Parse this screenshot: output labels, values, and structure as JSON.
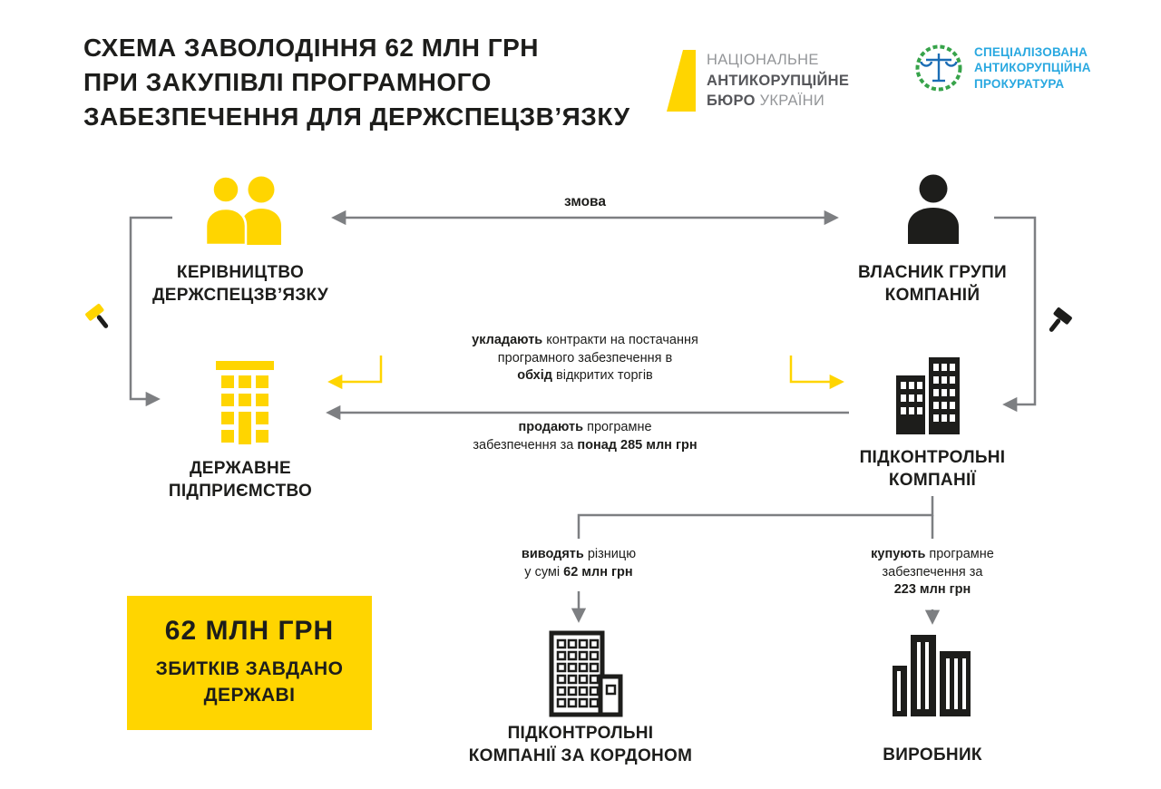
{
  "colors": {
    "yellow": "#ffd500",
    "black": "#1d1d1b",
    "gray": "#7d7f82",
    "sap_blue": "#29a8e0",
    "sap_green": "#37a34a"
  },
  "title": {
    "lines": [
      "СХЕМА ЗАВОЛОДІННЯ 62 МЛН ГРН",
      "ПРИ ЗАКУПІВЛІ ПРОГРАМНОГО",
      "ЗАБЕЗПЕЧЕННЯ ДЛЯ ДЕРЖСПЕЦЗВ’ЯЗКУ"
    ]
  },
  "logos": {
    "nabu": {
      "line1": "НАЦІОНАЛЬНЕ",
      "line2": "АНТИКОРУПЦІЙНЕ",
      "line3_bold": "БЮРО",
      "line3_light": "УКРАЇНИ"
    },
    "sap": {
      "line1": "СПЕЦІАЛІЗОВАНА",
      "line2": "АНТИКОРУПЦІЙНА",
      "line3": "ПРОКУРАТУРА"
    }
  },
  "nodes": {
    "leadership": {
      "line1": "КЕРІВНИЦТВО",
      "line2": "ДЕРЖСПЕЦЗВ’ЯЗКУ"
    },
    "owner": {
      "line1": "ВЛАСНИК ГРУПИ",
      "line2": "КОМПАНІЙ"
    },
    "state_enterprise": {
      "line1": "ДЕРЖАВНЕ",
      "line2": "ПІДПРИЄМСТВО"
    },
    "controlled_companies": {
      "line1": "ПІДКОНТРОЛЬНІ",
      "line2": "КОМПАНІЇ"
    },
    "foreign_companies": {
      "line1": "ПІДКОНТРОЛЬНІ",
      "line2": "КОМПАНІЇ ЗА КОРДОНОМ"
    },
    "producer": {
      "line1": "ВИРОБНИК"
    }
  },
  "edges": {
    "conspiracy": {
      "label": "змова"
    },
    "contract": {
      "l1_bold": "укладають",
      "l1": " контракти на постачання",
      "l2": "програмного забезпечення в",
      "l3_bold": "обхід",
      "l3": " відкритих торгів"
    },
    "sell": {
      "l1_bold": "продають",
      "l1": " програмне",
      "l2": "забезпечення за ",
      "l2_bold": "понад 285 млн грн"
    },
    "withdraw": {
      "l1_bold": "виводять",
      "l1": " різницю",
      "l2": "у сумі ",
      "l2_bold": "62 млн грн"
    },
    "buy": {
      "l1_bold": "купують",
      "l1": " програмне",
      "l2": "забезпечення за",
      "l3_bold": "223 млн грн"
    }
  },
  "loss_box": {
    "amount": "62 МЛН ГРН",
    "caption_line1": "ЗБИТКІВ ЗАВДАНО",
    "caption_line2": "ДЕРЖАВІ"
  }
}
